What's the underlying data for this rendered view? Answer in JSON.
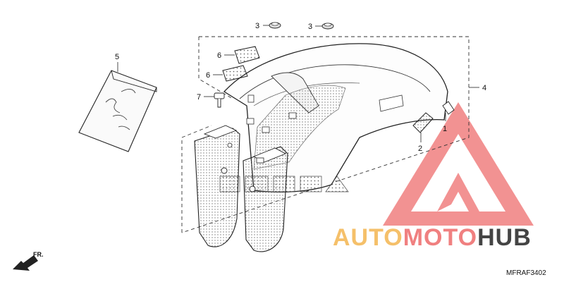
{
  "callouts": {
    "c1": "1",
    "c2": "2",
    "c3a": "3",
    "c3b": "3",
    "c4": "4",
    "c5": "5",
    "c6a": "6",
    "c6b": "6",
    "c7": "7"
  },
  "direction_label": "FR.",
  "diagram_code": "MFRAF3402",
  "watermark": {
    "word_a": "AUTO",
    "word_b": "MOTO",
    "word_c": "HUB",
    "color_primary": "#f08080",
    "color_secondary": "#f5c06a",
    "color_dark": "#444444"
  }
}
